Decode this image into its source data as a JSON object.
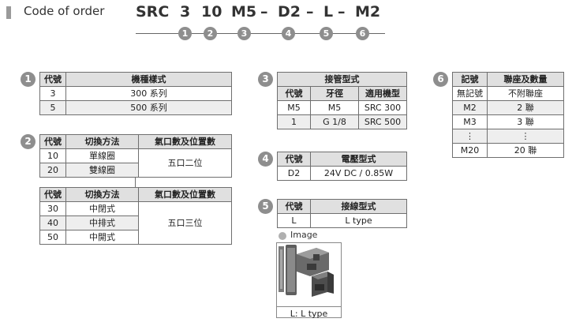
{
  "header": {
    "label": "Code of order",
    "code_parts": [
      "SRC",
      "3",
      "10",
      "M5",
      "–",
      "D2",
      "–",
      "L",
      "–",
      "M2"
    ],
    "markers": [
      "1",
      "2",
      "3",
      "4",
      "5",
      "6"
    ]
  },
  "section1": {
    "number": "1",
    "headers": [
      "代號",
      "機種樣式"
    ],
    "rows": [
      [
        "3",
        "300 系列"
      ],
      [
        "5",
        "500 系列"
      ]
    ]
  },
  "section2": {
    "number": "2",
    "tableA": {
      "headers": [
        "代號",
        "切換方法",
        "氣口數及位置數"
      ],
      "rows": [
        [
          "10",
          "單線圈"
        ],
        [
          "20",
          "雙線圈"
        ]
      ],
      "merged": "五口二位"
    },
    "tableB": {
      "headers": [
        "代號",
        "切換方法",
        "氣口數及位置數"
      ],
      "rows": [
        [
          "30",
          "中閉式"
        ],
        [
          "40",
          "中排式"
        ],
        [
          "50",
          "中開式"
        ]
      ],
      "merged": "五口三位"
    }
  },
  "section3": {
    "number": "3",
    "title": "接管型式",
    "headers": [
      "代號",
      "牙徑",
      "適用機型"
    ],
    "rows": [
      [
        "M5",
        "M5",
        "SRC 300"
      ],
      [
        "1",
        "G 1/8",
        "SRC 500"
      ]
    ]
  },
  "section4": {
    "number": "4",
    "headers": [
      "代號",
      "電壓型式"
    ],
    "rows": [
      [
        "D2",
        "24V DC / 0.85W"
      ]
    ]
  },
  "section5": {
    "number": "5",
    "headers": [
      "代號",
      "接線型式"
    ],
    "rows": [
      [
        "L",
        "L type"
      ]
    ],
    "image_label": "Image",
    "image_caption": "L: L type"
  },
  "section6": {
    "number": "6",
    "headers": [
      "記號",
      "聯座及數量"
    ],
    "rows": [
      [
        "無記號",
        "不附聯座"
      ],
      [
        "M2",
        "2 聯"
      ],
      [
        "M3",
        "3 聯"
      ],
      [
        "⋮",
        "⋮"
      ],
      [
        "M20",
        "20 聯"
      ]
    ]
  },
  "colors": {
    "badge": "#8e8e8e",
    "header_fill": "#e0e0e0",
    "alt_fill": "#eeeeee",
    "border": "#6f6f6f"
  }
}
